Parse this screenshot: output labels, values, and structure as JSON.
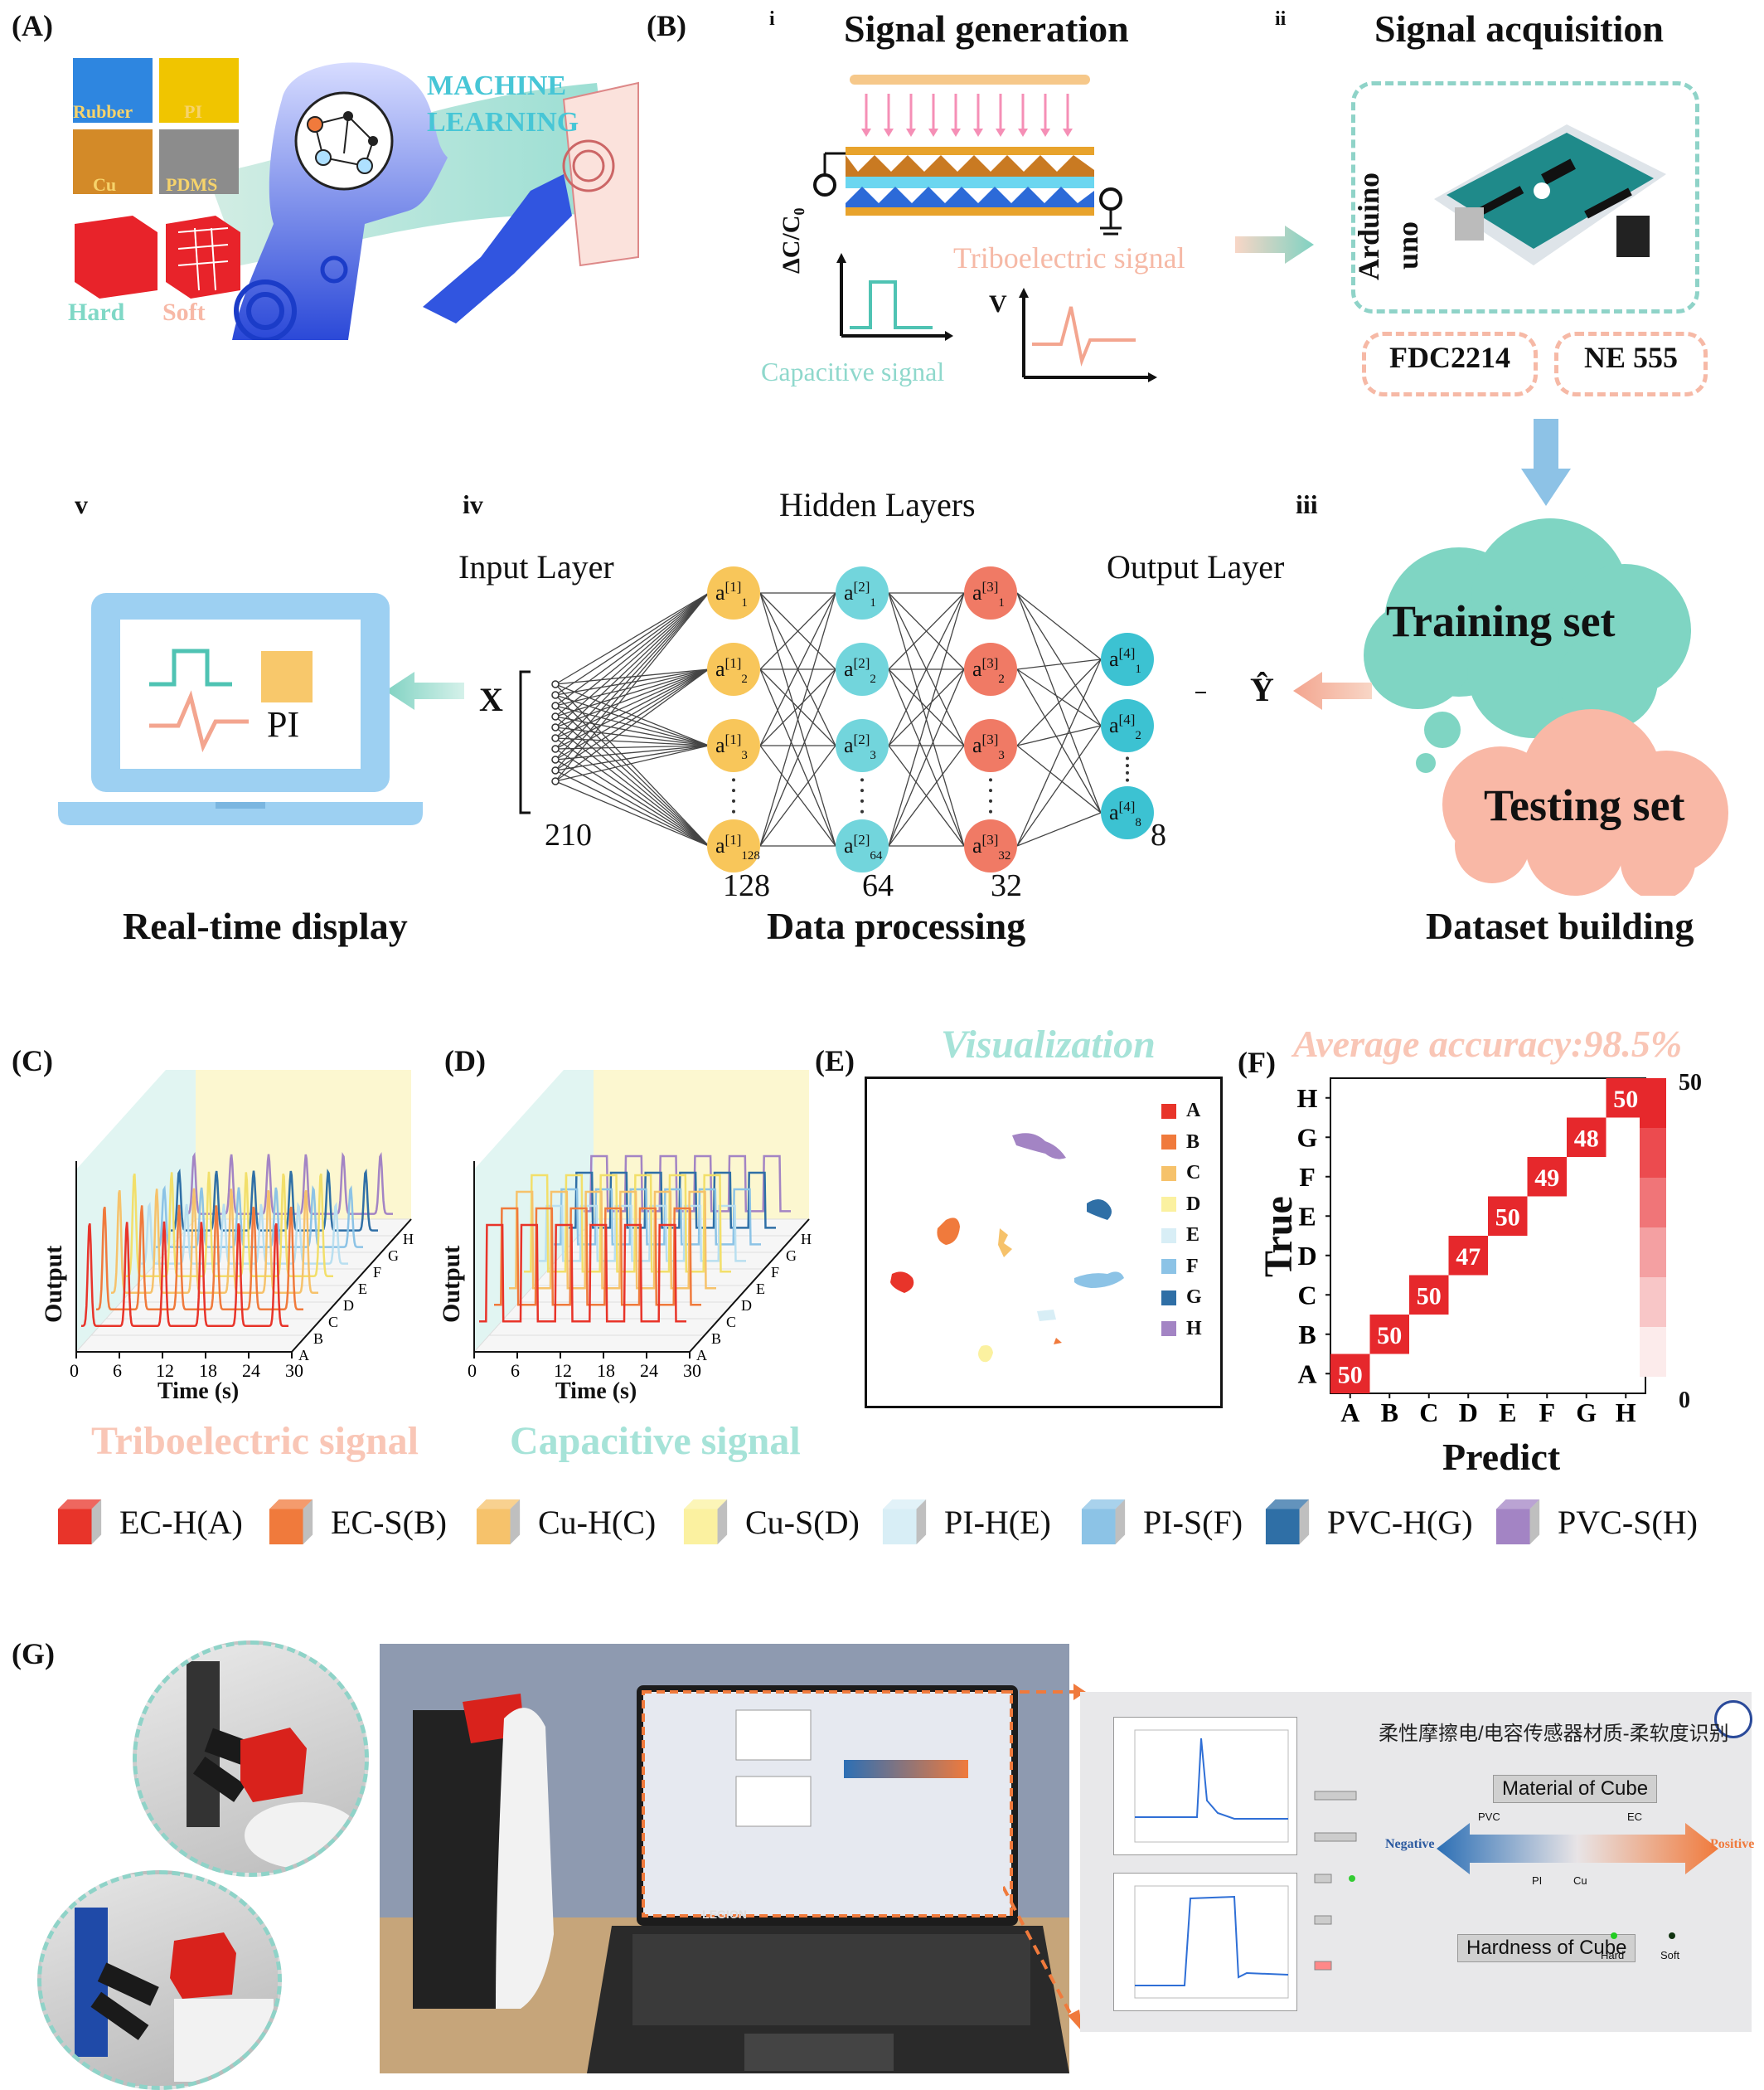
{
  "panels": {
    "A": "(A)",
    "B": "(B)",
    "C": "(C)",
    "D": "(D)",
    "E": "(E)",
    "F": "(F)",
    "G": "(G)"
  },
  "panel_a": {
    "materials": [
      "Rubber",
      "PI",
      "Cu",
      "PDMS"
    ],
    "machine_learning": [
      "MACHINE",
      "LEARNING"
    ],
    "hard_label": "Hard",
    "soft_label": "Soft"
  },
  "panel_b": {
    "step_i": "i",
    "step_ii": "ii",
    "step_iii": "iii",
    "step_iv": "iv",
    "step_v": "v",
    "signal_generation": "Signal generation",
    "signal_acquisition": "Signal acquisition",
    "triboelectric_signal": "Triboelectric signal",
    "capacitive_signal": "Capacitive signal",
    "cap_axis": "ΔC/C₀",
    "v_axis": "V",
    "arduino": "Arduino",
    "uno": "uno",
    "fdc": "FDC2214",
    "ne": "NE 555",
    "training_set": "Training set",
    "testing_set": "Testing set",
    "dataset_building": "Dataset building",
    "hidden_layers": "Hidden Layers",
    "input_layer": "Input Layer",
    "output_layer": "Output Layer",
    "x_label": "X",
    "y_hat": "Ŷ",
    "input_count": "210",
    "layer_counts": [
      "128",
      "64",
      "32"
    ],
    "output_count": "8",
    "data_processing": "Data processing",
    "realtime_display": "Real-time display",
    "pi_label": "PI",
    "nodes": {
      "l1": [
        "a[1]1",
        "a[1]2",
        "a[1]3",
        "a[1]128"
      ],
      "l2": [
        "a[2]1",
        "a[2]2",
        "a[2]3",
        "a[2]64"
      ],
      "l3": [
        "a[3]1",
        "a[3]2",
        "a[3]3",
        "a[3]32"
      ],
      "l4": [
        "a[4]1",
        "a[4]2",
        "a[4]8"
      ]
    }
  },
  "panel_c": {
    "ylabel": "Output",
    "xlabel": "Time (s)",
    "xticks": [
      "0",
      "6",
      "12",
      "18",
      "24",
      "30"
    ],
    "series_letters": [
      "A",
      "B",
      "C",
      "D",
      "E",
      "F",
      "G",
      "H"
    ],
    "caption": "Triboelectric signal"
  },
  "panel_d": {
    "ylabel": "Output",
    "xlabel": "Time (s)",
    "xticks": [
      "0",
      "6",
      "12",
      "18",
      "24",
      "30"
    ],
    "caption": "Capacitive signal"
  },
  "panel_e": {
    "title": "Visualization",
    "legend": [
      "A",
      "B",
      "C",
      "D",
      "E",
      "F",
      "G",
      "H"
    ]
  },
  "panel_f": {
    "title": "Average accuracy:98.5%",
    "ylabel": "True",
    "xlabel": "Predict",
    "colorbar_max": "50",
    "colorbar_min": "0"
  },
  "legend": [
    {
      "label": "EC-H(A)",
      "color": "#e8342a"
    },
    {
      "label": "EC-S(B)",
      "color": "#f07a3c"
    },
    {
      "label": "Cu-H(C)",
      "color": "#f6c26b"
    },
    {
      "label": "Cu-S(D)",
      "color": "#fbf1a0"
    },
    {
      "label": "PI-H(E)",
      "color": "#d8eef6"
    },
    {
      "label": "PI-S(F)",
      "color": "#8cc3e6"
    },
    {
      "label": "PVC-H(G)",
      "color": "#2f6fa6"
    },
    {
      "label": "PVC-S(H)",
      "color": "#a384c4"
    }
  ],
  "panel_g": {
    "screen_title": "柔性摩擦电/电容传感器材质-柔软度识别",
    "material_of_cube": "Material of Cube",
    "hardness_of_cube": "Hardness of Cube",
    "negative": "Negative",
    "positive": "Positive",
    "pvc": "PVC",
    "ec": "EC",
    "pi": "PI",
    "cu": "Cu",
    "hard": "Hard",
    "soft": "Soft",
    "laptop_brand": "LEGION"
  },
  "chart_data": [
    {
      "type": "heatmap",
      "title": "Average accuracy:98.5%",
      "xlabel": "Predict",
      "ylabel": "True",
      "categories": [
        "A",
        "B",
        "C",
        "D",
        "E",
        "F",
        "G",
        "H"
      ],
      "diagonal_values": [
        50,
        50,
        50,
        47,
        50,
        49,
        48,
        50
      ],
      "zlim": [
        0,
        50
      ]
    }
  ]
}
